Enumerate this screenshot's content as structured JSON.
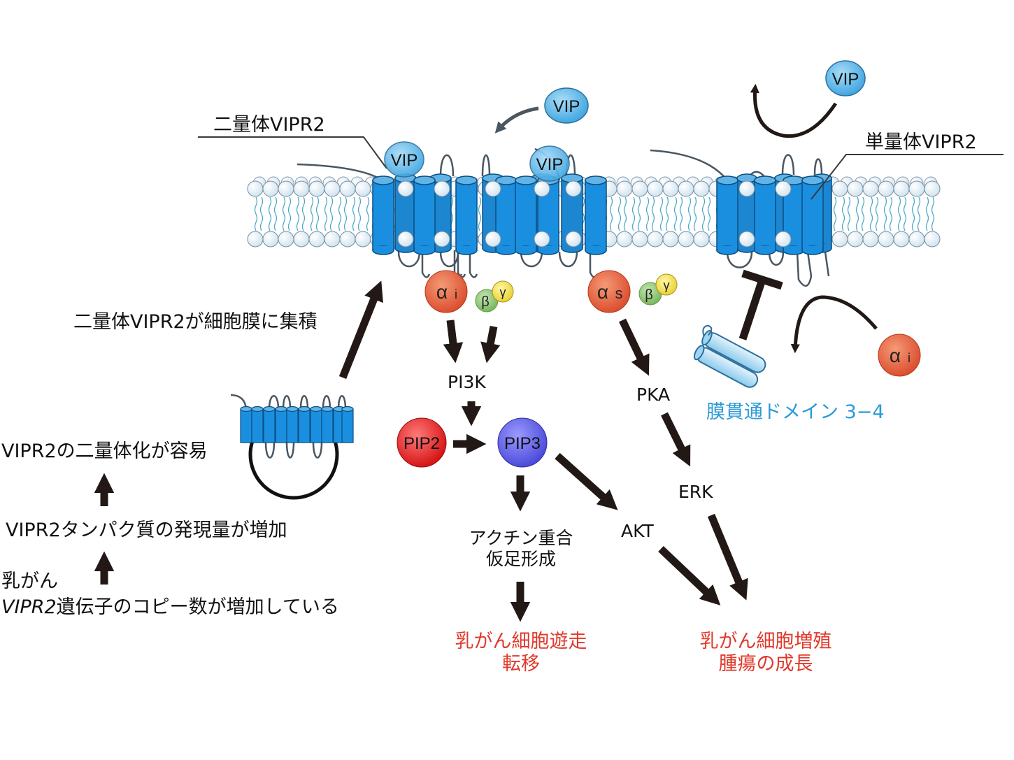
{
  "labels": {
    "dimer_vipr2": "二量体VIPR2",
    "monomer_vipr2": "単量体VIPR2",
    "vip": "VIP",
    "alpha_i": "α",
    "alpha_i_sub": "i",
    "alpha_s": "α",
    "alpha_s_sub": "s",
    "beta": "β",
    "gamma": "γ",
    "pi3k": "PI3K",
    "pip2": "PIP2",
    "pip3": "PIP3",
    "pka": "PKA",
    "erk": "ERK",
    "akt": "AKT",
    "tm_domain": "膜貫通ドメイン 3−4",
    "actin_line1": "アクチン重合",
    "actin_line2": "仮足形成",
    "outcome_migration_line1": "乳がん細胞遊走",
    "outcome_migration_line2": "転移",
    "outcome_growth_line1": "乳がん細胞増殖",
    "outcome_growth_line2": "腫瘍の成長"
  },
  "left_flow": {
    "step_membrane": "二量体VIPR2が細胞膜に集積",
    "step_dimerization": "VIPR2の二量体化が容易",
    "step_expression": "VIPR2タンパク質の発現量が増加",
    "step_cancer": "乳がん",
    "step_gene_italic": "VIPR2",
    "step_gene_rest": "遺伝子のコピー数が増加している"
  },
  "colors": {
    "helix": "#1a8fe0",
    "membrane_head": "#eaf3fa",
    "vip": "#5fb8ea",
    "alpha": "#e8663a",
    "beta": "#8cc46f",
    "gamma": "#f2e04a",
    "pip2": "#e32020",
    "pip3": "#5d5df0",
    "arrow": "#221815",
    "outcome_text": "#e0392b",
    "tm_text": "#2a9ad8"
  }
}
